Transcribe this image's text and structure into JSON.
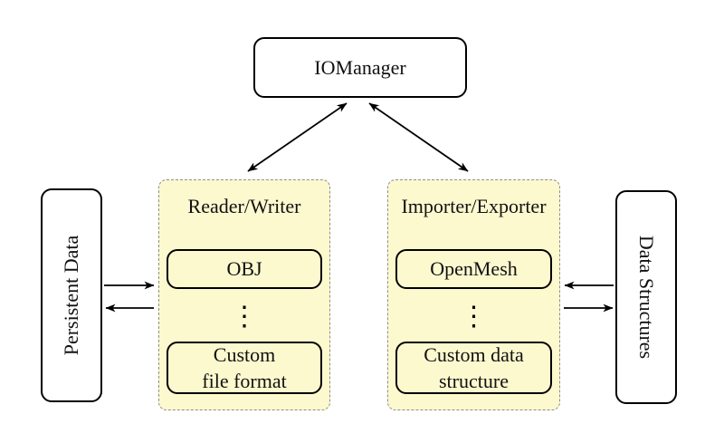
{
  "colors": {
    "group_fill": "#fcf9cf",
    "group_border": "#8e8e8e",
    "line_color": "#000000"
  },
  "io_manager": {
    "label": "IOManager"
  },
  "groups": [
    {
      "title": "Reader/Writer",
      "ellipsis": "⋮",
      "items": [
        {
          "label": "OBJ"
        },
        {
          "label": "Custom\nfile format"
        }
      ]
    },
    {
      "title": "Importer/Exporter",
      "ellipsis": "⋮",
      "items": [
        {
          "label": "OpenMesh"
        },
        {
          "label": "Custom data\nstructure"
        }
      ]
    }
  ],
  "sides": [
    {
      "label": "Persistent Data"
    },
    {
      "label": "Data Structures"
    }
  ]
}
